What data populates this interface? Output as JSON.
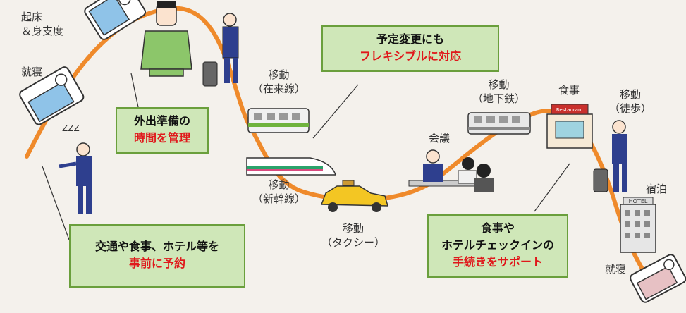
{
  "colors": {
    "path": "#ef8a2b",
    "box_fill": "#cfe7b8",
    "box_border": "#6a9f3c",
    "highlight": "#e0181b"
  },
  "labels": {
    "wake": [
      "起床",
      "＆身支度"
    ],
    "sleep_start": "就寝",
    "alarm": "ZZZ",
    "move_local": [
      "移動",
      "（在来線）"
    ],
    "move_shinkansen": [
      "移動",
      "（新幹線）"
    ],
    "move_taxi": [
      "移動",
      "（タクシー）"
    ],
    "meeting": "会議",
    "move_subway": [
      "移動",
      "（地下鉄）"
    ],
    "meal": "食事",
    "move_walk": [
      "移動",
      "（徒歩）"
    ],
    "lodging": "宿泊",
    "sleep_end": "就寝",
    "restaurant_sign": "Restaurant",
    "hotel_sign": "HOTEL"
  },
  "callouts": {
    "prep": {
      "line1": "外出準備の",
      "line2": "時間を管理"
    },
    "change": {
      "line1": "予定変更にも",
      "line2": "フレキシブルに対応"
    },
    "booking": {
      "line1": "交通や食事、ホテル等を",
      "line2": "事前に予約"
    },
    "support": {
      "line1": "食事や",
      "line2": "ホテルチェックインの",
      "line3": "手続きをサポート"
    }
  }
}
